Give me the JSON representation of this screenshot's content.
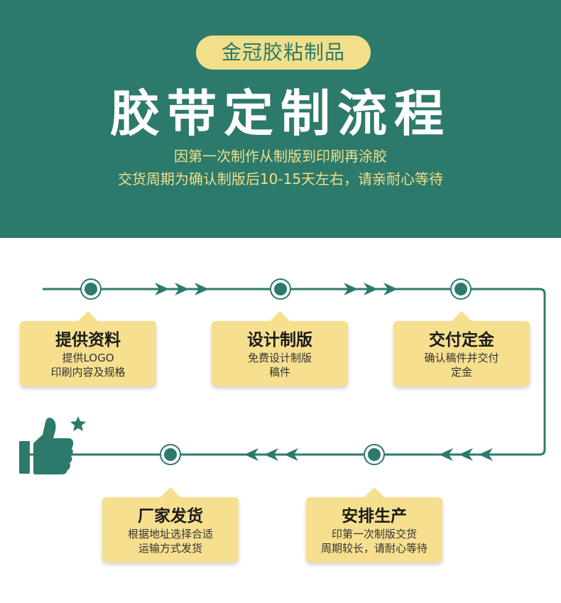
{
  "header": {
    "pill_text": "金冠胶粘制品",
    "title": "胶带定制流程",
    "subtitle_line1": "因第一次制作从制版到印刷再涂胶",
    "subtitle_line2": "交货周期为确认制版后10-15天左右，请亲耐心等待"
  },
  "colors": {
    "brand_green": "#2c7a6b",
    "accent_yellow": "#f2df8a",
    "card_yellow": "#f6df8f"
  },
  "steps": [
    {
      "title": "提供资料",
      "desc": "提供LOGO\n印刷内容及规格"
    },
    {
      "title": "设计制版",
      "desc": "免费设计制版\n稿件"
    },
    {
      "title": "交付定金",
      "desc": "确认稿件并交付\n定金"
    },
    {
      "title": "安排生产",
      "desc": "印第一次制版交货\n周期较长，请耐心等待"
    },
    {
      "title": "厂家发货",
      "desc": "根据地址选择合适\n运输方式发货"
    }
  ],
  "icons": {
    "thumbs_up": "thumbs-up-icon",
    "star": "star-icon"
  }
}
